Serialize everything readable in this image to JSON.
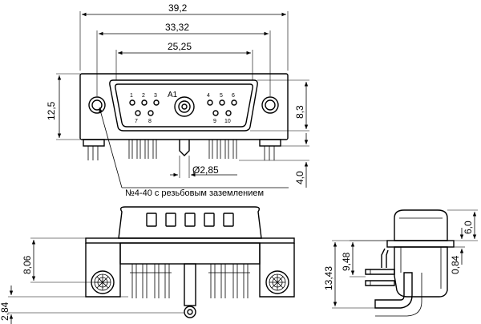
{
  "dimensions": {
    "overall_width": "39,2",
    "mount_holes_spacing": "33,32",
    "shell_width": "25,25",
    "height_front": "12,5",
    "shell_height": "8,3",
    "pin_diameter": "Ø2,85",
    "pin_length": "4,0",
    "bottom_height": "8,06",
    "bottom_offset": "2,84",
    "side_total_height": "13,43",
    "side_height": "9,48",
    "side_top": "6,0",
    "side_offset": "0,84"
  },
  "labels": {
    "a1": "A1",
    "mount_note": "№4-40 с резьбовым заземлением"
  },
  "pins": {
    "top_left": [
      "1",
      "2",
      "3"
    ],
    "bottom_left": [
      "7",
      "8"
    ],
    "top_right": [
      "4",
      "5",
      "6"
    ],
    "bottom_right": [
      "9",
      "10"
    ]
  }
}
